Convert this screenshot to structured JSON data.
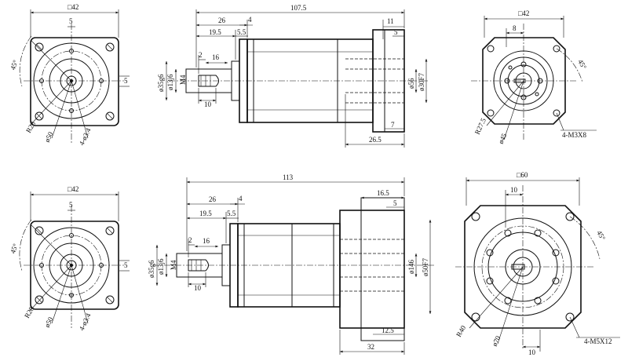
{
  "drawings": {
    "top_left_flange_view": {
      "dims": {
        "square": "□42",
        "offset": "5",
        "side": "5",
        "angle": "45°",
        "dia_28": "R28",
        "dia_50": "ø50",
        "holes": "4-ø3.4"
      }
    },
    "top_side_view": {
      "dims": {
        "total_length": "107.5",
        "len_26": "26",
        "len_4": "4",
        "len_19_5": "19.5",
        "len_5_5": "5.5",
        "len_11": "11",
        "len_5": "5",
        "len_2": "2",
        "len_16": "16",
        "len_10": "10",
        "len_7": "7",
        "len_26_5": "26.5",
        "dia_35": "ø35g6",
        "dia_13": "ø13j6",
        "thread": "M4",
        "dia_56": "ø56",
        "dia_30": "ø30F7"
      }
    },
    "top_right_motor_view": {
      "dims": {
        "square": "□42",
        "offset": "8",
        "angle": "45°",
        "r_ring": "R27.5",
        "dia_45": "ø45",
        "screws": "4-M3X8"
      }
    },
    "bottom_left_flange_view": {
      "dims": {
        "square": "□42",
        "offset": "5",
        "side": "5",
        "angle": "45°",
        "dia_28": "R28",
        "dia_50": "ø50",
        "holes": "4-ø3.4"
      }
    },
    "bottom_side_view": {
      "dims": {
        "total_length": "113",
        "len_26": "26",
        "len_4": "4",
        "len_19_5": "19.5",
        "len_5_5": "5.5",
        "len_16_5": "16.5",
        "len_5": "5",
        "len_2": "2",
        "len_16": "16",
        "len_10": "10",
        "len_12_5": "12.5",
        "len_32": "32",
        "dia_35": "ø35g6",
        "dia_13": "ø13j6",
        "thread": "M4",
        "dia_146": "ø146",
        "dia_50": "ø50F7"
      }
    },
    "bottom_right_motor_view": {
      "dims": {
        "square": "□60",
        "offset": "10",
        "offset_bottom": "10",
        "angle": "45°",
        "r_ring": "R40",
        "dia_70": "ø70",
        "screws": "4-M5X12"
      }
    }
  }
}
